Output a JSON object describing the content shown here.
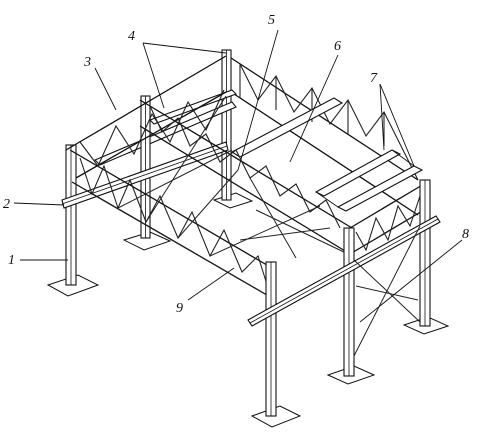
{
  "figure": {
    "callouts": [
      {
        "id": "c1",
        "label": "1",
        "part": "column"
      },
      {
        "id": "c2",
        "label": "2",
        "part": "crane-beam"
      },
      {
        "id": "c3",
        "label": "3",
        "part": "roof-truss"
      },
      {
        "id": "c4",
        "label": "4",
        "part": "top-chord-ties"
      },
      {
        "id": "c5",
        "label": "5",
        "part": "vertical-bracing"
      },
      {
        "id": "c6",
        "label": "6",
        "part": "purlin"
      },
      {
        "id": "c7",
        "label": "7",
        "part": "skylight-frame"
      },
      {
        "id": "c8",
        "label": "8",
        "part": "column-bracing"
      },
      {
        "id": "c9",
        "label": "9",
        "part": "bottom-chord-bracing"
      }
    ]
  }
}
